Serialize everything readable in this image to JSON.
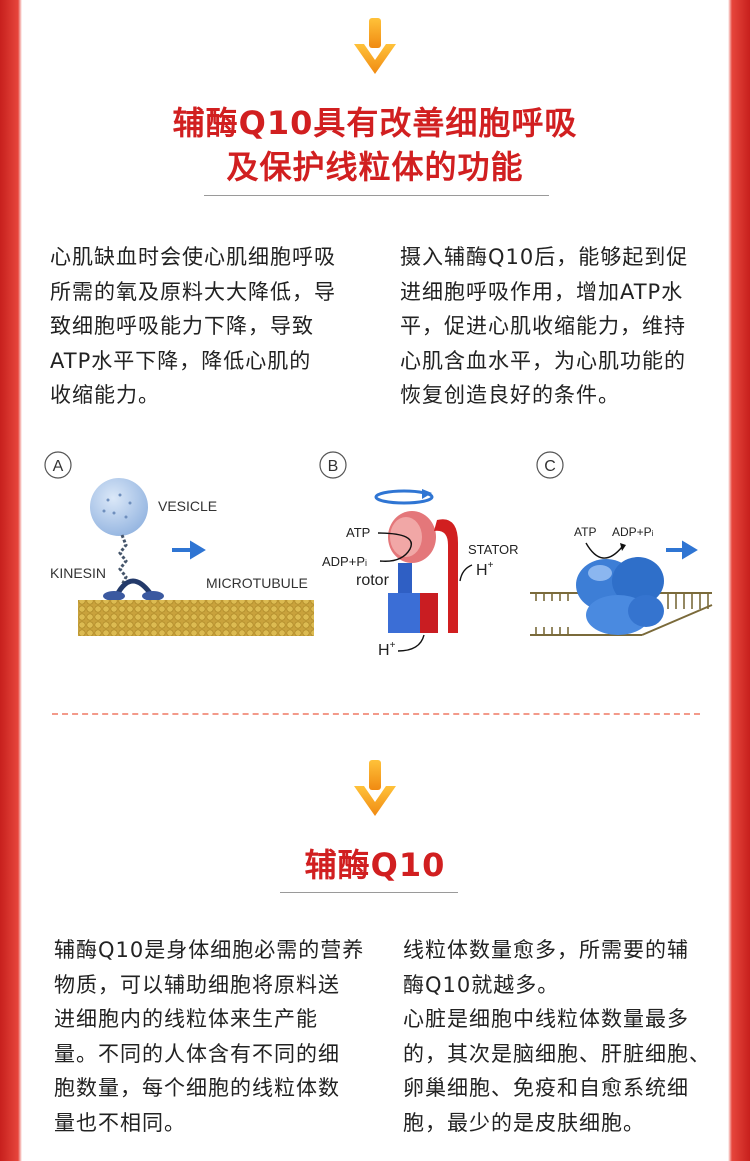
{
  "section1": {
    "title_line1": "辅酶Q10具有改善细胞呼吸",
    "title_line2": "及保护线粒体的功能",
    "left_lines": [
      "心肌缺血时会使心肌细胞呼吸",
      "所需的氧及原料大大降低，导",
      "致细胞呼吸能力下降，导致",
      "ATP水平下降，降低心肌的",
      "收缩能力。"
    ],
    "right_lines": [
      "摄入辅酶Q10后，能够起到促",
      "进细胞呼吸作用，增加ATP水",
      "平，促进心肌收缩能力，维持",
      "心肌含血水平，为心肌功能的",
      "恢复创造良好的条件。"
    ]
  },
  "figure": {
    "panel_a": {
      "marker": "A",
      "vesicle": "VESICLE",
      "kinesin": "KINESIN",
      "microtubule": "MICROTUBULE"
    },
    "panel_b": {
      "marker": "B",
      "atp": "ATP",
      "adp": "ADP+P",
      "adp_sub": "i",
      "stator": "STATOR",
      "h_plus_top": "H",
      "rotor": "rotor",
      "h_plus_bottom": "H",
      "plus": "+"
    },
    "panel_c": {
      "marker": "C",
      "atp": "ATP",
      "adp": "ADP+P",
      "adp_sub": "i"
    },
    "colors": {
      "red": "#d11f20",
      "blue": "#2f75d3",
      "gold": "#c9a23c"
    }
  },
  "section2": {
    "title": "辅酶Q10",
    "left_lines": [
      "辅酶Q10是身体细胞必需的营养",
      "物质，可以辅助细胞将原料送",
      "进细胞内的线粒体来生产能",
      "量。不同的人体含有不同的细",
      "胞数量，每个细胞的线粒体数",
      "量也不相同。"
    ],
    "right_lines": [
      "线粒体数量愈多，所需要的辅",
      "酶Q10就越多。",
      "心脏是细胞中线粒体数量最多",
      "的，其次是脑细胞、肝脏细胞、",
      "卵巢细胞、免疫和自愈系统细",
      "胞，最少的是皮肤细胞。"
    ]
  }
}
